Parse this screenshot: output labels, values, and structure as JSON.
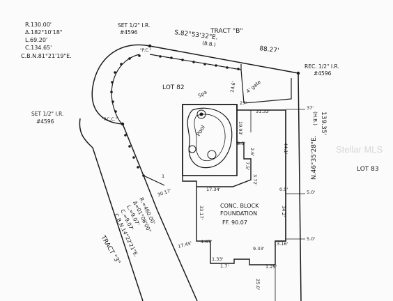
{
  "survey": {
    "curve_data": {
      "radius": "R.130.00'",
      "delta": "Δ.182°10'18\"",
      "length": "L.69.20'",
      "chord": "C.134.65'",
      "chord_bearing": "C.B.N.81°21'19\"E."
    },
    "monuments": {
      "set_ir_top": "SET 1/2\" I.R.",
      "set_ir_top_num": "#4596",
      "set_ir_left": "SET 1/2\" I.R.",
      "set_ir_left_num": "#4596",
      "rec_ir": "REC. 1/2\" I.R.",
      "rec_ir_num": "#4596",
      "pc_top": "\"P.C.\"",
      "pcc_left": "\"P.C.C.\""
    },
    "top_line": {
      "bearing": "S.82°53'32\"E.",
      "basis": "(B.B.)",
      "distance": "88.27'"
    },
    "right_line": {
      "distance": "139.35'",
      "note": "(H.B.)",
      "bearing": "N.46°35'28\"E."
    },
    "left_curve2": {
      "r": "R.=460.00'",
      "delta": "Δ=01°08'00\"",
      "l": "L.=9.07'",
      "c": "C.=9.07'",
      "cb": "C.B.N.14°22'21\"E."
    },
    "labels": {
      "tract_b": "TRACT \"B\"",
      "tract_3": "TRACT \"3\"",
      "lot_82": "LOT 82",
      "lot_83": "LOT 83",
      "foundation_1": "CONC. BLOCK",
      "foundation_2": "FOUNDATION",
      "floor_elev": "FF. 90.07",
      "gate": "4' gate",
      "pool": "Pool",
      "spa": "Spa",
      "watermark": "Stellar MLS"
    },
    "dims": {
      "d_246": "24.6'",
      "d_27": "27'",
      "d_3133": "31.33'",
      "d_37": "37'",
      "d_1993": "19.93'",
      "d_441": "44.1'",
      "d_83": "8.3'",
      "d_26": "2.6'",
      "d_75": "7.5'",
      "d_372": "3.72'",
      "d_2817": "30.17'",
      "d_1734": "17.34'",
      "d_05": "0.5'",
      "d_50a": "5.0'",
      "d_342": "34.2'",
      "d_5o": "5.0'",
      "d_3317": "33.17'",
      "d_1745": "17.45'",
      "d_467": "4.67'",
      "d_1316": "13.16'",
      "d_933": "9.33'",
      "d_125": "1.25'",
      "d_133": "1.33'",
      "d_17": "1.7'",
      "d_250": "25.0'",
      "d_1": "1"
    }
  }
}
